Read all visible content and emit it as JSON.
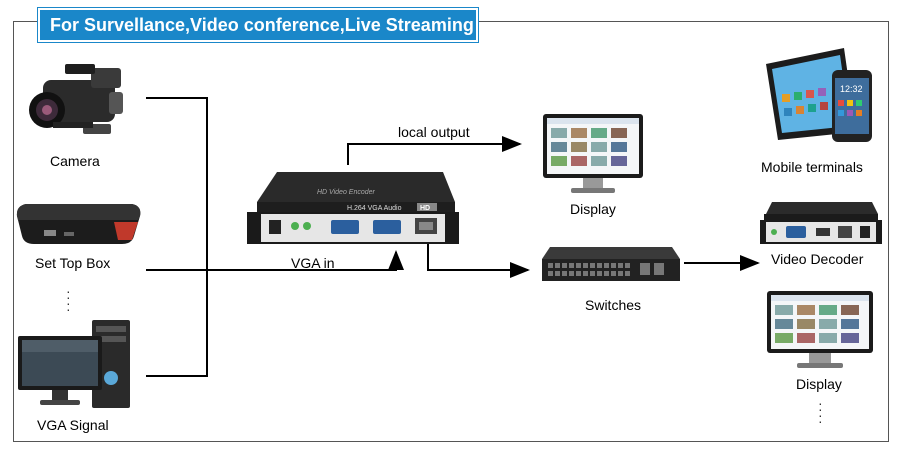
{
  "banner": {
    "title": "For Survellance,Video conference,Live Streaming"
  },
  "sources": {
    "camera": "Camera",
    "set_top_box": "Set Top Box",
    "vga_signal": "VGA Signal"
  },
  "encoder": {
    "top_label": "HD Video Encoder",
    "front_label": "H.264 VGA Audio",
    "badge": "HD"
  },
  "links": {
    "local_output": "local output",
    "vga_in": "VGA in"
  },
  "outputs": {
    "display_top": "Display",
    "switches": "Switches",
    "mobile_terminals": "Mobile terminals",
    "video_decoder": "Video Decoder",
    "display_bottom": "Display"
  },
  "phone": {
    "time": "12:32"
  },
  "colors": {
    "banner": "#1a87c9",
    "line": "#000000"
  }
}
